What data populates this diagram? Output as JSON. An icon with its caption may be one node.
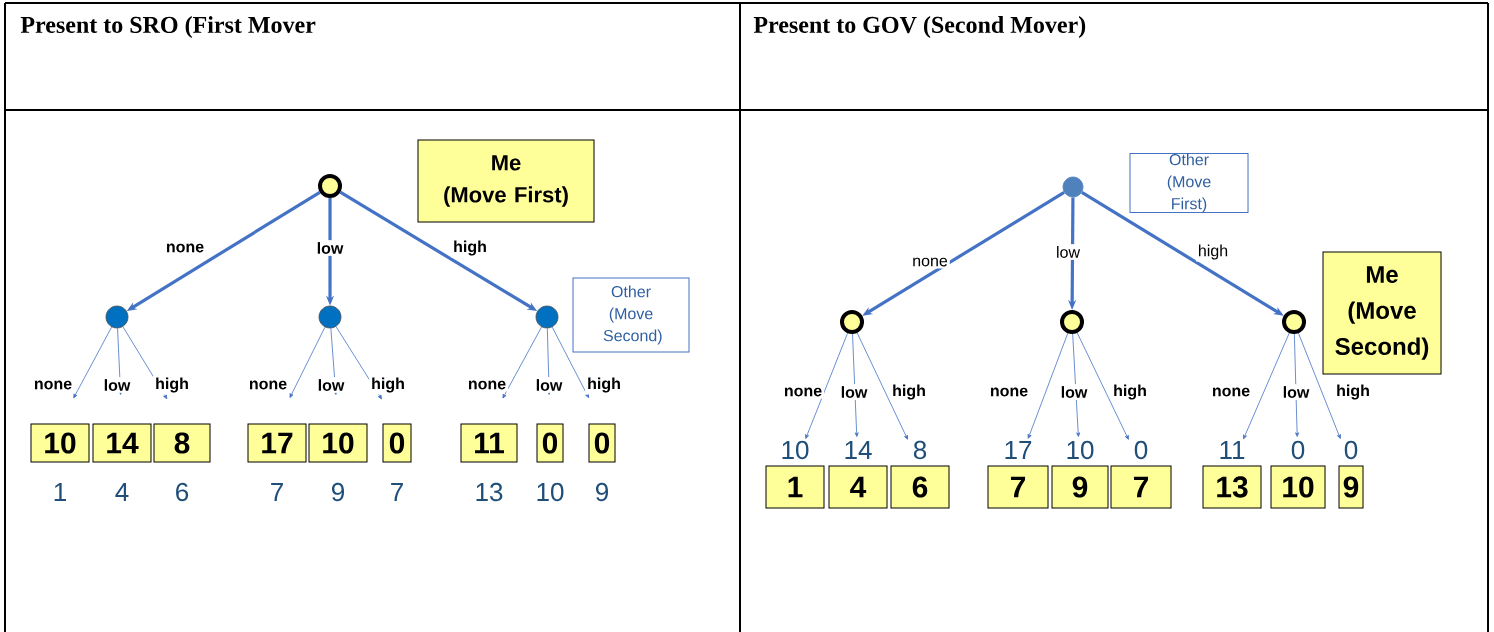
{
  "diagram": {
    "nodes": [
      {
        "text": [],
        "shape": "circle"
      },
      {
        "text": [],
        "shape": "circle"
      },
      {
        "text": [],
        "shape": "circle"
      },
      {
        "text": [],
        "shape": "circle"
      },
      {
        "text": [
          "10"
        ],
        "beside": [
          "1"
        ]
      },
      {
        "text": [
          "14"
        ],
        "beside": [
          "4"
        ]
      },
      {
        "text": [
          "8"
        ],
        "beside": [
          "6"
        ]
      },
      {
        "text": [
          "17"
        ],
        "beside": [
          "7"
        ]
      },
      {
        "text": [
          "10"
        ],
        "beside": [
          "9"
        ]
      },
      {
        "text": [
          "0"
        ],
        "beside": [
          "7"
        ]
      },
      {
        "text": [
          "11"
        ],
        "beside": [
          "13"
        ]
      },
      {
        "text": [
          "0"
        ],
        "beside": [
          "10"
        ]
      },
      {
        "text": [
          "0"
        ],
        "beside": [
          "9"
        ]
      },
      {
        "text": [
          "Me",
          "(Move First)"
        ]
      },
      {
        "text": [
          "Other (Move Second)"
        ]
      },
      {
        "text": [],
        "shape": "circle"
      },
      {
        "text": [],
        "shape": "circle"
      },
      {
        "text": [],
        "shape": "circle"
      },
      {
        "text": [],
        "shape": "circle"
      },
      {
        "text": [
          "1"
        ],
        "beside": [
          "10"
        ]
      },
      {
        "text": [
          "4"
        ],
        "beside": [
          "14"
        ]
      },
      {
        "text": [
          "6"
        ],
        "beside": [
          "8"
        ]
      },
      {
        "text": [
          "7"
        ],
        "beside": [
          "17"
        ]
      },
      {
        "text": [
          "9"
        ],
        "beside": [
          "10"
        ]
      },
      {
        "text": [
          "7"
        ],
        "beside": [
          "0"
        ]
      },
      {
        "text": [
          "13"
        ],
        "beside": [
          "11"
        ]
      },
      {
        "text": [
          "10"
        ],
        "beside": [
          "0"
        ]
      },
      {
        "text": [
          "9"
        ],
        "beside": [
          "0"
        ]
      },
      {
        "text": [
          "Other (Move First)"
        ]
      },
      {
        "text": [
          "Me (Move Second)"
        ]
      }
    ],
    "edges": [
      {
        "from": 0,
        "to": 1,
        "arrow": "to",
        "label": "none",
        "style": "thick"
      },
      {
        "from": 0,
        "to": 2,
        "arrow": "to",
        "label": "low",
        "style": "thick"
      },
      {
        "from": 0,
        "to": 3,
        "arrow": "to",
        "label": "high",
        "style": "thick"
      },
      {
        "from": 1,
        "to": 4,
        "arrow": "to",
        "label": "none"
      },
      {
        "from": 1,
        "to": 5,
        "arrow": "to",
        "label": "low"
      },
      {
        "from": 1,
        "to": 6,
        "arrow": "to",
        "label": "high"
      },
      {
        "from": 2,
        "to": 7,
        "arrow": "to",
        "label": "none"
      },
      {
        "from": 2,
        "to": 8,
        "arrow": "to",
        "label": "low"
      },
      {
        "from": 2,
        "to": 9,
        "arrow": "to",
        "label": "high"
      },
      {
        "from": 3,
        "to": 10,
        "arrow": "to",
        "label": "none"
      },
      {
        "from": 3,
        "to": 11,
        "arrow": "to",
        "label": "low"
      },
      {
        "from": 3,
        "to": 12,
        "arrow": "to",
        "label": "high"
      },
      {
        "from": 15,
        "to": 16,
        "arrow": "to",
        "label": "none",
        "style": "thick"
      },
      {
        "from": 15,
        "to": 17,
        "arrow": "to",
        "label": "low",
        "style": "thick"
      },
      {
        "from": 15,
        "to": 18,
        "arrow": "to",
        "label": "high",
        "style": "thick"
      },
      {
        "from": 16,
        "to": 19,
        "arrow": "to",
        "label": "none"
      },
      {
        "from": 16,
        "to": 20,
        "arrow": "to",
        "label": "low"
      },
      {
        "from": 16,
        "to": 21,
        "arrow": "to",
        "label": "high"
      },
      {
        "from": 17,
        "to": 22,
        "arrow": "to",
        "label": "none"
      },
      {
        "from": 17,
        "to": 23,
        "arrow": "to",
        "label": "low"
      },
      {
        "from": 17,
        "to": 24,
        "arrow": "to",
        "label": "high"
      },
      {
        "from": 18,
        "to": 25,
        "arrow": "to",
        "label": "none"
      },
      {
        "from": 18,
        "to": 26,
        "arrow": "to",
        "label": "low"
      },
      {
        "from": 18,
        "to": 27,
        "arrow": "to",
        "label": "high"
      }
    ],
    "labels": [
      "Present to SRO (First Mover",
      "Present to GOV (Second Mover)"
    ]
  }
}
